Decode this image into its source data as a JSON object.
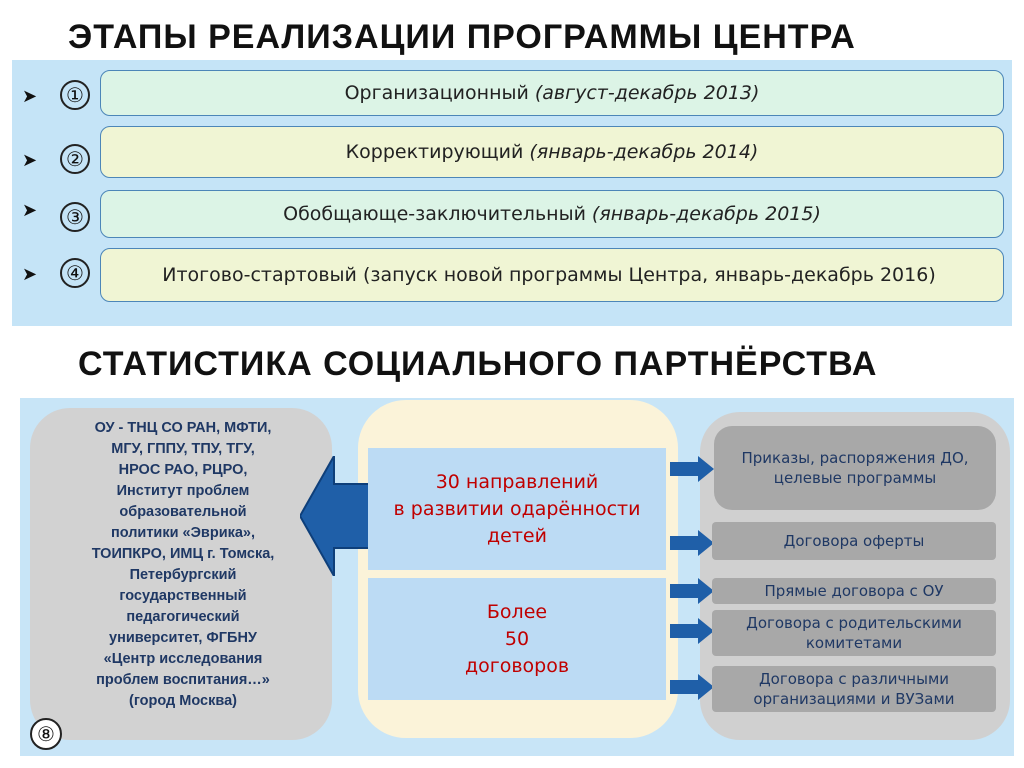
{
  "titles": {
    "stages": "ЭТАПЫ РЕАЛИЗАЦИИ ПРОГРАММЫ ЦЕНТРА",
    "stats": "СТАТИСТИКА СОЦИАЛЬНОГО ПАРТНЁРСТВА"
  },
  "stages": [
    {
      "number": "①",
      "text": "Организационный",
      "period": "(август-декабрь 2013)",
      "color": "#dcf4e6"
    },
    {
      "number": "②",
      "text": "Корректирующий",
      "period": "(январь-декабрь 2014)",
      "color": "#f0f5d4"
    },
    {
      "number": "③",
      "text": "Обобщающе-заключительный",
      "period": "(январь-декабрь 2015)",
      "color": "#dcf4e6"
    },
    {
      "number": "④",
      "text": "Итогово-стартовый (запуск новой программы Центра, январь-декабрь 2016)",
      "period": "",
      "color": "#f0f5d4"
    }
  ],
  "partners": {
    "lines": [
      "ОУ  - ТНЦ СО РАН, МФТИ,",
      "МГУ, ГППУ, ТПУ, ТГУ,",
      "НРОС РАО, РЦРО,",
      "Институт проблем",
      "образовательной",
      "политики «Эврика»,",
      "ТОИПКРО, ИМЦ г. Томска,",
      "Петербургский",
      "государственный",
      "педагогический",
      "университет, ФГБНУ",
      "«Центр исследования",
      "проблем воспитания…»",
      "(город Москва)"
    ]
  },
  "center": {
    "box1": [
      "30 направлений",
      "в развитии одарённости",
      "детей"
    ],
    "box2": [
      "Более",
      "50",
      "договоров"
    ]
  },
  "right_items": [
    [
      "Приказы, распоряжения ДО,",
      "целевые программы"
    ],
    [
      "Договора оферты"
    ],
    [
      "Прямые договора с ОУ"
    ],
    [
      "Договора с родительскими",
      "комитетами"
    ],
    [
      "Договора с различными",
      "организациями и ВУЗами"
    ]
  ],
  "page_number": "⑧",
  "colors": {
    "panel_blue": "#c5e4f7",
    "arrow_blue": "#1f5fa8",
    "center_text": "#c00000",
    "dark_blue_text": "#1f3864"
  }
}
